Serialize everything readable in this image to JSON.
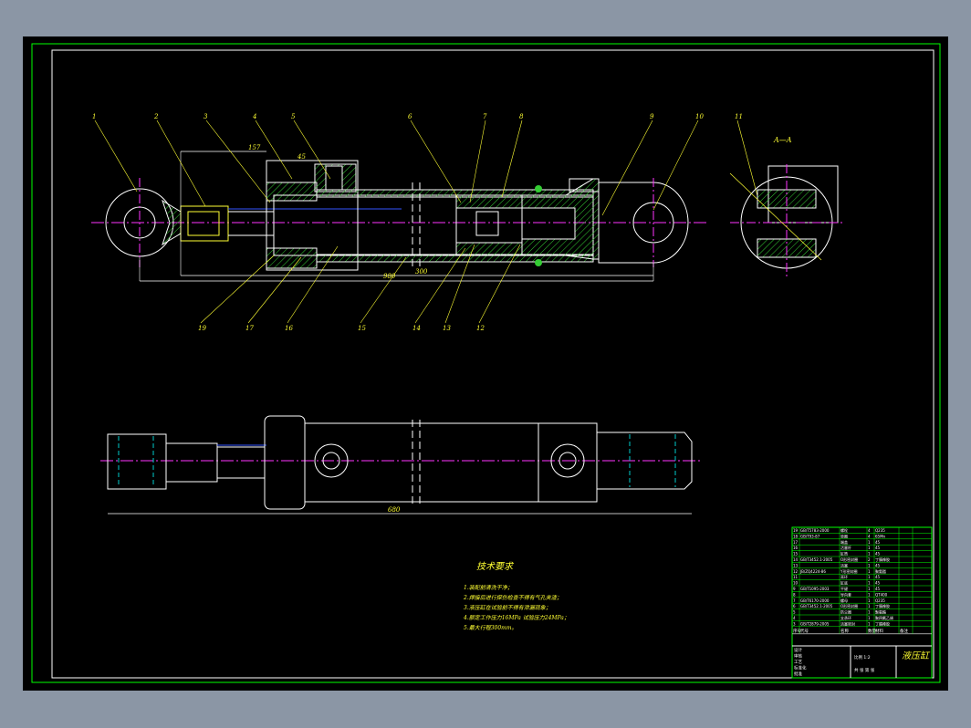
{
  "drawing": {
    "title": "液压缸",
    "section_label": "A—A",
    "tech_title": "技术要求",
    "tech_notes": [
      "1.装配前清洗干净；",
      "2.焊接后进行探伤检查不得有气孔夹渣；",
      "3.液压缸在试验前不得有泄漏现象；",
      "4.额定工作压力16MPa 试验压力24MPa；",
      "5.最大行程300mm。"
    ],
    "callouts_top": [
      "1",
      "2",
      "3",
      "4",
      "5",
      "6",
      "7",
      "8",
      "9",
      "10",
      "11"
    ],
    "callouts_bottom": [
      "19",
      "17",
      "16",
      "15",
      "14",
      "13",
      "12"
    ],
    "dims": {
      "overall_top": "980",
      "overall_bottom": "680",
      "stroke": "300",
      "sub_a": "157",
      "sub_b": "45"
    },
    "title_block": {
      "col_headers": [
        "序号",
        "代号",
        "名称",
        "数量",
        "材料",
        "备注"
      ],
      "rows": [
        [
          "19",
          "GB/T5783-2000",
          "螺栓",
          "4",
          "Q235",
          ""
        ],
        [
          "18",
          "GB/T93-87",
          "垫圈",
          "4",
          "65Mn",
          ""
        ],
        [
          "17",
          "",
          "端盖",
          "1",
          "45",
          ""
        ],
        [
          "16",
          "",
          "活塞杆",
          "1",
          "45",
          ""
        ],
        [
          "15",
          "",
          "缸筒",
          "1",
          "45",
          ""
        ],
        [
          "14",
          "GB/T3452.1-2005",
          "O形密封圈",
          "2",
          "丁腈橡胶",
          ""
        ],
        [
          "13",
          "",
          "活塞",
          "1",
          "45",
          ""
        ],
        [
          "12",
          "JB/ZQ4224-86",
          "Y形密封圈",
          "1",
          "聚氨酯",
          ""
        ],
        [
          "11",
          "",
          "耳环",
          "1",
          "45",
          ""
        ],
        [
          "10",
          "",
          "缸底",
          "1",
          "45",
          ""
        ],
        [
          "9",
          "GB/T1095-2003",
          "平键",
          "1",
          "45",
          ""
        ],
        [
          "8",
          "",
          "导向套",
          "1",
          "QT400",
          ""
        ],
        [
          "7",
          "GB/T6170-2000",
          "螺母",
          "1",
          "Q235",
          ""
        ],
        [
          "6",
          "GB/T3452.1-2005",
          "O形密封圈",
          "1",
          "丁腈橡胶",
          ""
        ],
        [
          "5",
          "",
          "防尘圈",
          "1",
          "聚氨酯",
          ""
        ],
        [
          "4",
          "",
          "支承环",
          "1",
          "聚四氟乙烯",
          ""
        ],
        [
          "3",
          "GB/T2879-2005",
          "活塞密封",
          "1",
          "丁腈橡胶",
          ""
        ]
      ],
      "footer": [
        "设计",
        "审核",
        "工艺",
        "标准化",
        "批准",
        "比例 1:2",
        "共 张 第 张"
      ]
    }
  },
  "colors": {
    "background": "#8b96a5",
    "sheet": "#000000",
    "border": "#00ff00",
    "outline": "#ffffff",
    "hatch": "#33cc33",
    "center": "#ff33ff",
    "hidden": "#00cccc",
    "dim": "#ffff33",
    "thread": "#3355ff"
  }
}
